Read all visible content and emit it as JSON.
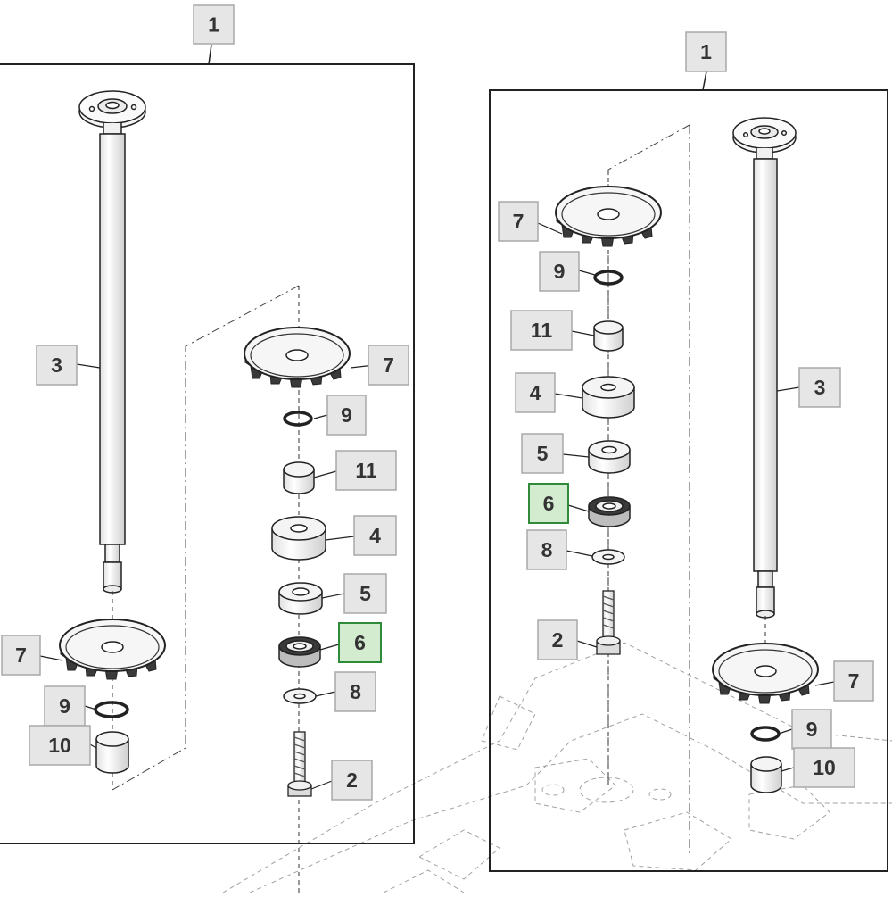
{
  "diagram": {
    "left_assembly": {
      "callouts": [
        {
          "id": "L-1",
          "text": "1",
          "highlight": false
        },
        {
          "id": "L-3",
          "text": "3",
          "highlight": false
        },
        {
          "id": "L-7a",
          "text": "7",
          "highlight": false
        },
        {
          "id": "L-9a",
          "text": "9",
          "highlight": false
        },
        {
          "id": "L-11",
          "text": "11",
          "highlight": false
        },
        {
          "id": "L-4",
          "text": "4",
          "highlight": false
        },
        {
          "id": "L-5",
          "text": "5",
          "highlight": false
        },
        {
          "id": "L-6",
          "text": "6",
          "highlight": true
        },
        {
          "id": "L-8",
          "text": "8",
          "highlight": false
        },
        {
          "id": "L-2",
          "text": "2",
          "highlight": false
        },
        {
          "id": "L-7b",
          "text": "7",
          "highlight": false
        },
        {
          "id": "L-9b",
          "text": "9",
          "highlight": false
        },
        {
          "id": "L-10",
          "text": "10",
          "highlight": false
        }
      ]
    },
    "right_assembly": {
      "callouts": [
        {
          "id": "R-1",
          "text": "1",
          "highlight": false
        },
        {
          "id": "R-7a",
          "text": "7",
          "highlight": false
        },
        {
          "id": "R-9a",
          "text": "9",
          "highlight": false
        },
        {
          "id": "R-11",
          "text": "11",
          "highlight": false
        },
        {
          "id": "R-4",
          "text": "4",
          "highlight": false
        },
        {
          "id": "R-5",
          "text": "5",
          "highlight": false
        },
        {
          "id": "R-6",
          "text": "6",
          "highlight": true
        },
        {
          "id": "R-8",
          "text": "8",
          "highlight": false
        },
        {
          "id": "R-2",
          "text": "2",
          "highlight": false
        },
        {
          "id": "R-3",
          "text": "3",
          "highlight": false
        },
        {
          "id": "R-7b",
          "text": "7",
          "highlight": false
        },
        {
          "id": "R-9b",
          "text": "9",
          "highlight": false
        },
        {
          "id": "R-10",
          "text": "10",
          "highlight": false
        }
      ]
    },
    "colors": {
      "callout_fill": "#e6e6e6",
      "callout_border": "#a8a8a8",
      "highlight_fill": "#d3ebcf",
      "highlight_border": "#2f8a3a",
      "callout_text": "#333333",
      "line": "#3a3a3a",
      "part_fill": "#f4f4f4"
    }
  }
}
